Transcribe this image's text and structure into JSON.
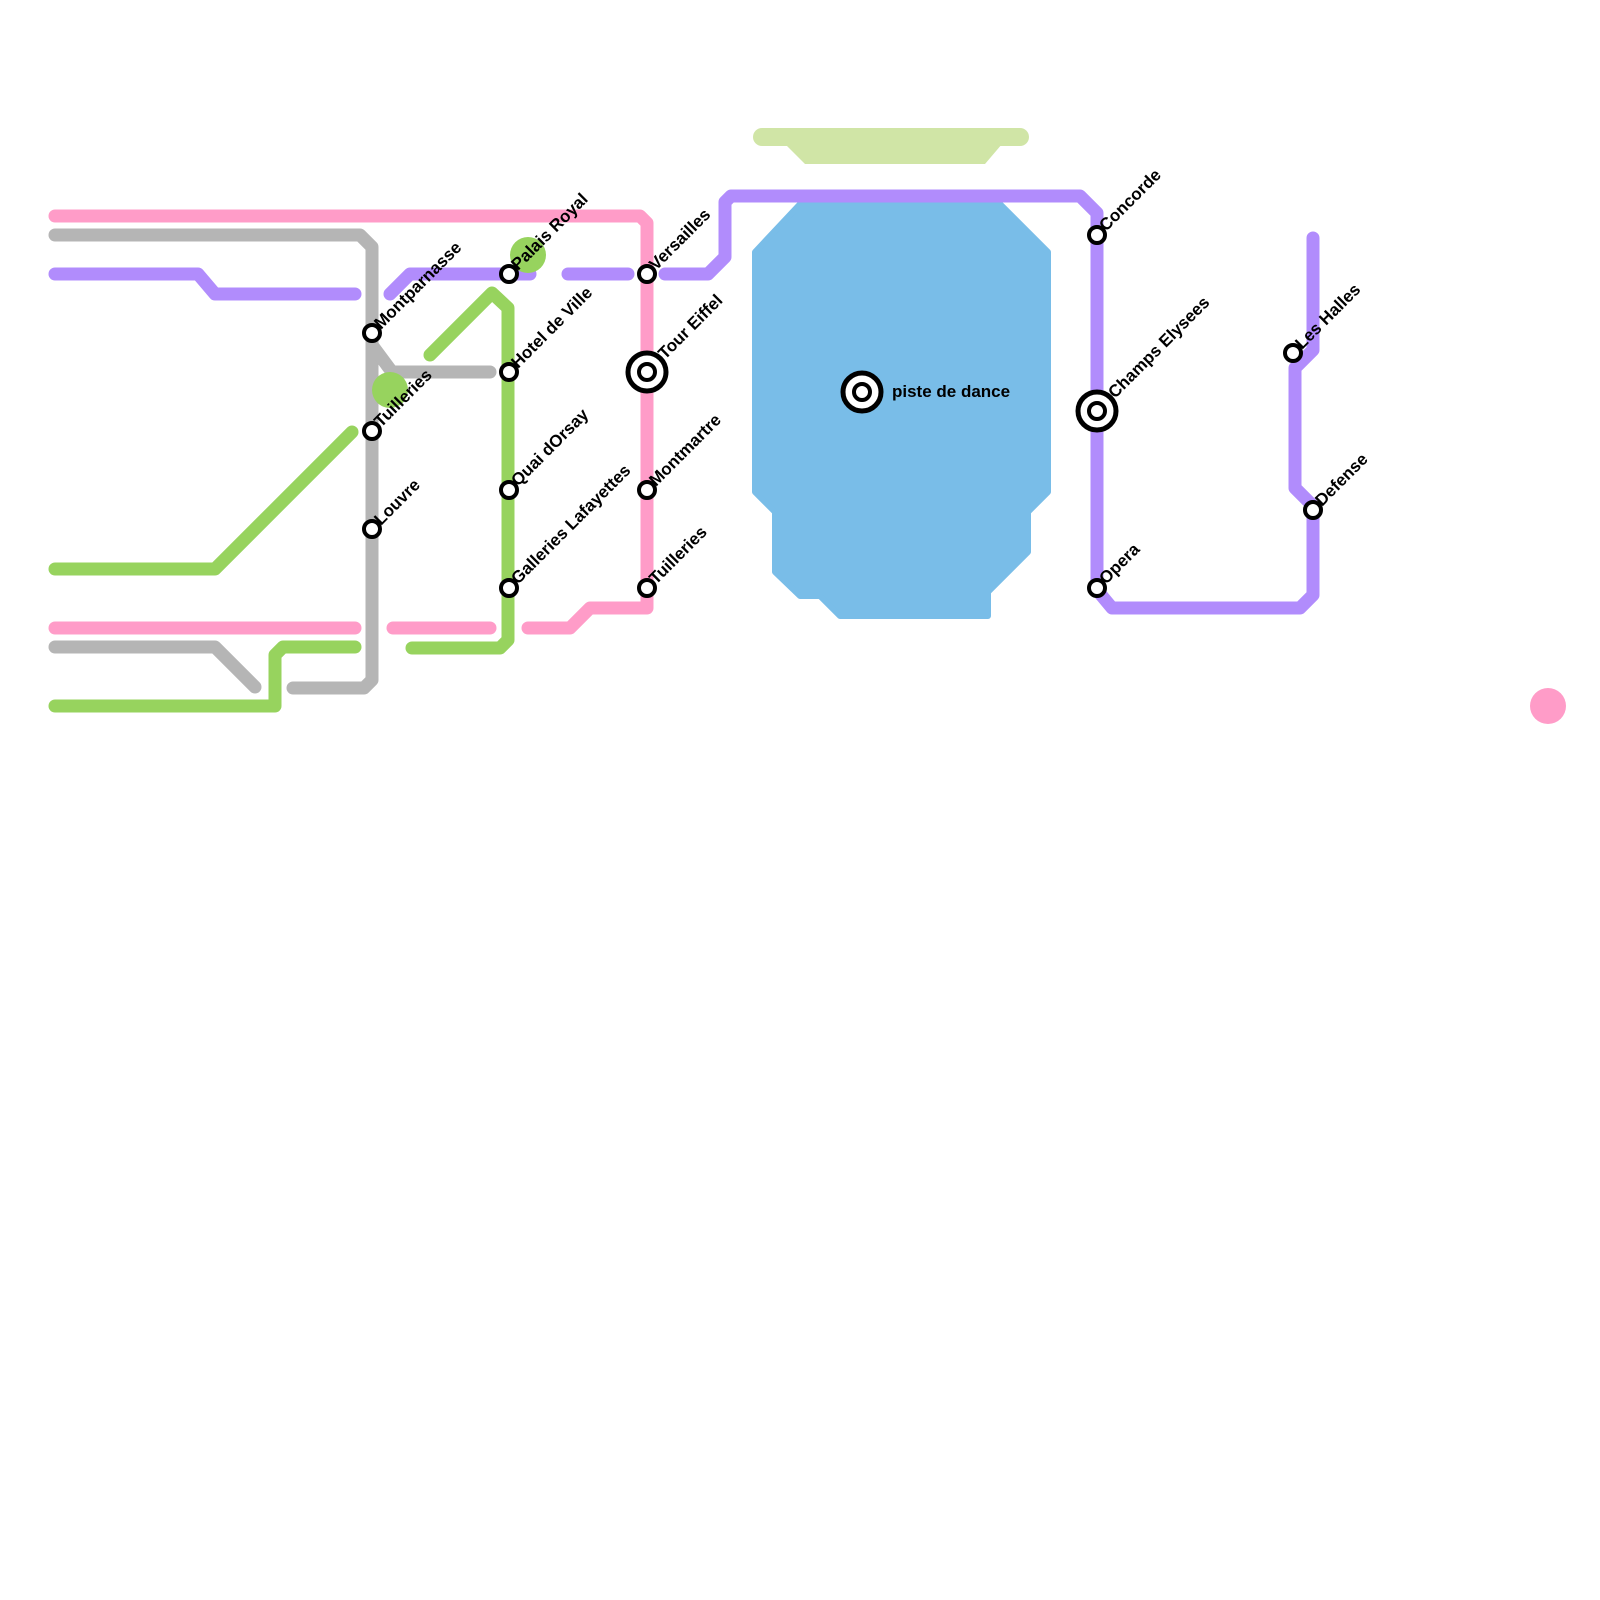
{
  "colors": {
    "pink": "#ff9cc8",
    "gray": "#b5b5b5",
    "purple": "#b18cfc",
    "green": "#97d35e",
    "light_green": "#d0e5a6",
    "water": "#79bde8",
    "station_stroke": "#000000"
  },
  "stations": [
    {
      "name": "Montparnasse",
      "type": "stop"
    },
    {
      "name": "Tuilleries",
      "type": "stop"
    },
    {
      "name": "Louvre",
      "type": "stop"
    },
    {
      "name": "Palais Royal",
      "type": "stop"
    },
    {
      "name": "Hotel de Ville",
      "type": "stop"
    },
    {
      "name": "Quai dOrsay",
      "type": "stop"
    },
    {
      "name": "Galleries Lafayettes",
      "type": "stop"
    },
    {
      "name": "Versailles",
      "type": "stop"
    },
    {
      "name": "Tour Eiffel",
      "type": "interchange"
    },
    {
      "name": "Montmartre",
      "type": "stop"
    },
    {
      "name": "Tuilleries",
      "type": "stop"
    },
    {
      "name": "piste de dance",
      "type": "interchange"
    },
    {
      "name": "Concorde",
      "type": "stop"
    },
    {
      "name": "Champs Elysees",
      "type": "interchange"
    },
    {
      "name": "Opera",
      "type": "stop"
    },
    {
      "name": "Les Halles",
      "type": "stop"
    },
    {
      "name": "Defense",
      "type": "stop"
    }
  ]
}
